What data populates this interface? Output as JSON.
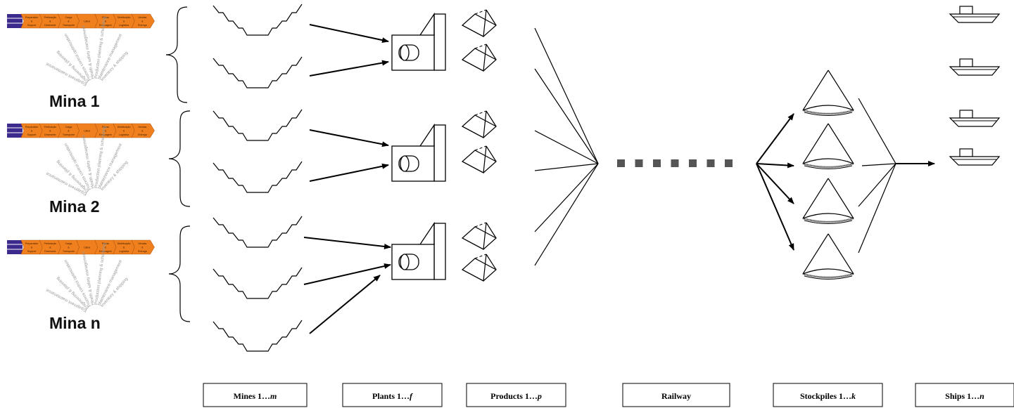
{
  "mine_groups": [
    {
      "label": "Mina 1"
    },
    {
      "label": "Mina 2"
    },
    {
      "label": "Mina n"
    }
  ],
  "banner_steps": [
    {
      "top": "Preparation",
      "mid": "&",
      "bot": "Support"
    },
    {
      "top": "Perfuração",
      "mid": "&",
      "bot": "Desmonte"
    },
    {
      "top": "Carga",
      "mid": "&",
      "bot": "Transporte"
    },
    {
      "top": "",
      "mid": "Usina",
      "bot": ""
    },
    {
      "top": "Pilhas",
      "mid": "&",
      "bot": "Estocagem"
    },
    {
      "top": "Distribuição",
      "mid": "&",
      "bot": "Logística"
    },
    {
      "top": "Vendas",
      "mid": "&",
      "bot": "Entrega"
    }
  ],
  "fan_labels": [
    "Equipment maintenance",
    "Engineering & planning",
    "Process control optimization",
    "Health & safety management",
    "Production planning & scheduling",
    "Maintenance management",
    "Inventory & shipping"
  ],
  "stages": [
    {
      "label": "Mines 1…",
      "var": "m"
    },
    {
      "label": "Plants 1…",
      "var": "f"
    },
    {
      "label": "Products 1…",
      "var": "p"
    },
    {
      "label": "Railway",
      "var": ""
    },
    {
      "label": "Stockpiles 1…",
      "var": "k"
    },
    {
      "label": "Ships 1…",
      "var": "n"
    }
  ],
  "colors": {
    "banner_orange": "#f0801e",
    "banner_purple": "#3c2a8c",
    "railway_dots": "#555555"
  }
}
